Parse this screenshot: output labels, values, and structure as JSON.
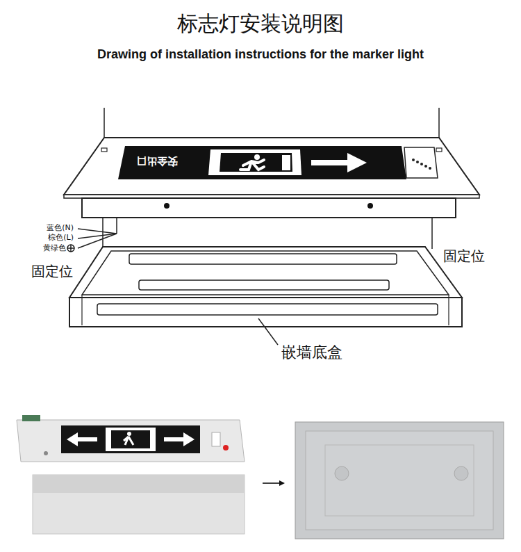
{
  "diagram": {
    "title": "标志灯安装说明图",
    "labels": [
      "Drawing of installation instructions for the marker light",
      "安全出口",
      "蓝色(N)",
      "棕色(L)",
      "黄绿色",
      "固定位",
      "固定位",
      "嵌墙底盒"
    ]
  }
}
